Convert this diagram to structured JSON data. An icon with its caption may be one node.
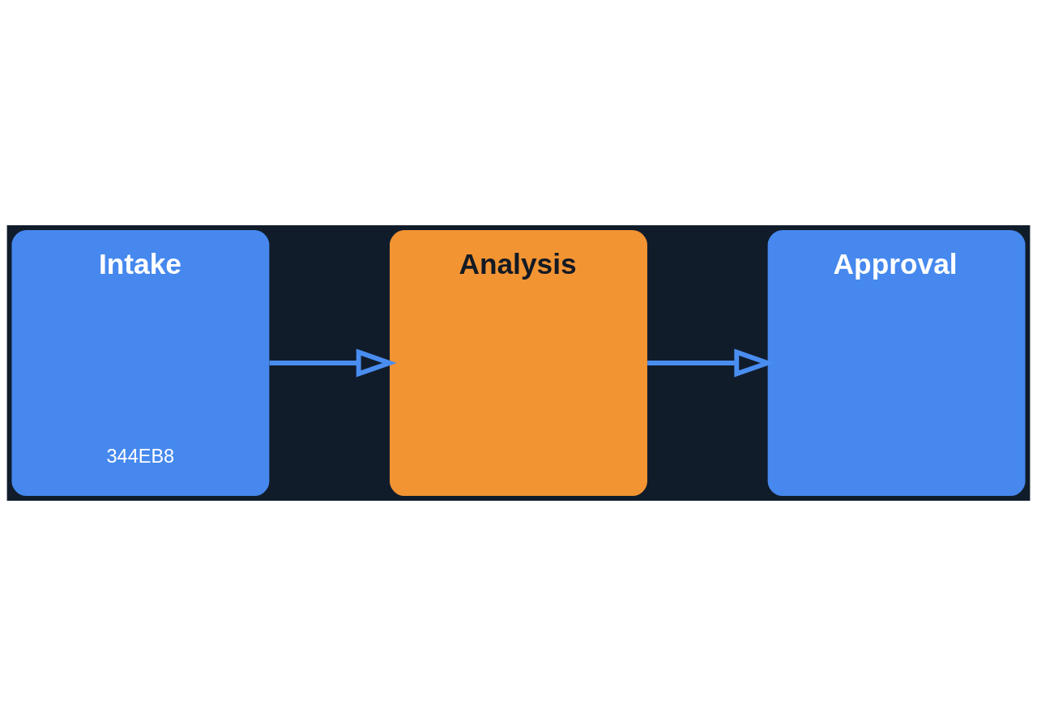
{
  "diagram": {
    "nodes": [
      {
        "text": [
          "Intake",
          "344EB8"
        ]
      },
      {
        "text": [
          "Analysis"
        ]
      },
      {
        "text": [
          "Approval"
        ]
      }
    ],
    "edges": [
      {
        "from": 0,
        "to": 1,
        "arrow": "to"
      },
      {
        "from": 1,
        "to": 2,
        "arrow": "to"
      }
    ]
  }
}
